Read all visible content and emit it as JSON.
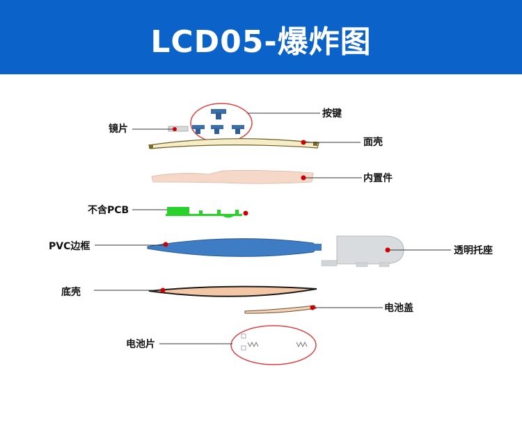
{
  "title": "LCD05-爆炸图",
  "colors": {
    "banner": "#0b63c9",
    "leader_dot": "#cc0000",
    "highlight_ellipse": "#e04040"
  },
  "labels": {
    "buttons": "按键",
    "lens": "镜片",
    "face_shell": "面壳",
    "inner_part": "内置件",
    "pcb": "不含PCB",
    "pvc_frame": "PVC边框",
    "transparent_base": "透明托座",
    "bottom_shell": "底壳",
    "battery_cover": "电池盖",
    "battery_clip": "电池片"
  }
}
